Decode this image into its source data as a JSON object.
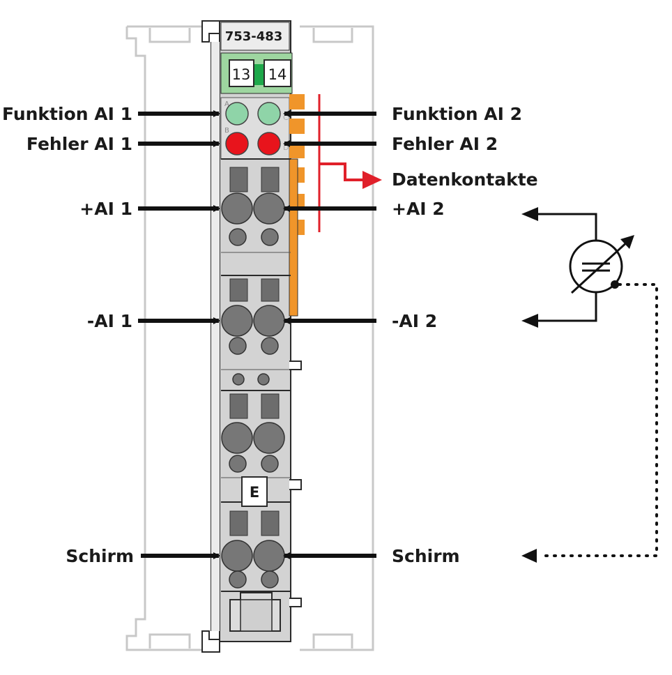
{
  "module": {
    "part_number": "753-483",
    "marker_left": "13",
    "marker_right": "14",
    "marker_e": "E"
  },
  "labels_left": {
    "funktion": "Funktion AI 1",
    "fehler": "Fehler AI 1",
    "plus": "+AI 1",
    "minus": "-AI 1",
    "schirm": "Schirm"
  },
  "labels_right": {
    "funktion": "Funktion AI 2",
    "fehler": "Fehler AI 2",
    "datenkontakte": "Datenkontakte",
    "plus": "+AI 2",
    "minus": "-AI 2",
    "schirm": "Schirm"
  },
  "colors": {
    "led_function": "#8fd4a8",
    "led_error": "#e8141c",
    "data_contact_line": "#e0202a",
    "contact_strip": "#f0952a",
    "module_body": "#d3d3d3",
    "marker_carrier": "#9ed6a0"
  }
}
